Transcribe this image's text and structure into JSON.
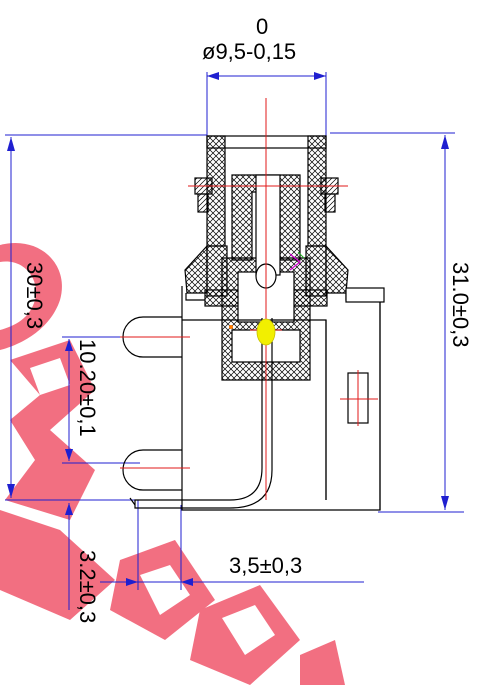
{
  "colors": {
    "outline": "#000000",
    "dimension": "#1f1fd0",
    "centerline": "#e01818",
    "watermark": "#ee2a4a",
    "highlight": "#f2ef00",
    "accent_magenta": "#d400d4",
    "accent_green": "#20b020"
  },
  "dimensions": {
    "diameter_tol": "0",
    "diameter": "ø9,5-0,15",
    "height_left": "30±0,3",
    "height_right": "31.0±0,3",
    "pin_spacing": "10.20±0,1",
    "pin_length": "3.2±0,3",
    "pin_offset": "3,5±0,3"
  },
  "watermark_icon": "logo-watermark-icon"
}
